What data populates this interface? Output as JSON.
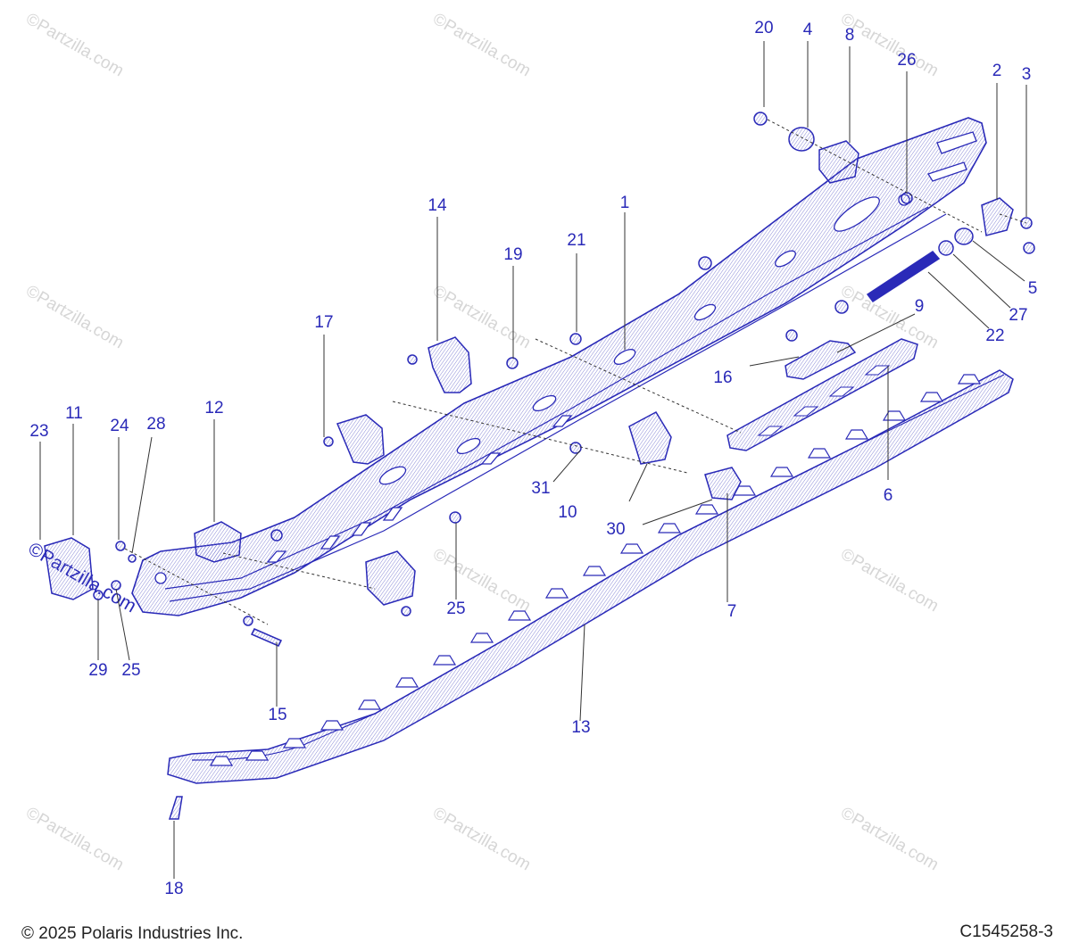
{
  "watermark_text": "©Partzilla.com",
  "copyright": "© 2025 Polaris Industries Inc.",
  "figure_code": "C1545258-3",
  "colors": {
    "line": "#2a2ab8",
    "leader": "#333333",
    "watermark": "#d6d6d6",
    "text": "#222222"
  },
  "callouts": [
    {
      "id": "c1",
      "label": "1"
    },
    {
      "id": "c2",
      "label": "2"
    },
    {
      "id": "c3",
      "label": "3"
    },
    {
      "id": "c4",
      "label": "4"
    },
    {
      "id": "c5",
      "label": "5"
    },
    {
      "id": "c6",
      "label": "6"
    },
    {
      "id": "c7",
      "label": "7"
    },
    {
      "id": "c8",
      "label": "8"
    },
    {
      "id": "c9",
      "label": "9"
    },
    {
      "id": "c10",
      "label": "10"
    },
    {
      "id": "c11",
      "label": "11"
    },
    {
      "id": "c12",
      "label": "12"
    },
    {
      "id": "c13",
      "label": "13"
    },
    {
      "id": "c14",
      "label": "14"
    },
    {
      "id": "c15",
      "label": "15"
    },
    {
      "id": "c16",
      "label": "16"
    },
    {
      "id": "c17",
      "label": "17"
    },
    {
      "id": "c18",
      "label": "18"
    },
    {
      "id": "c19",
      "label": "19"
    },
    {
      "id": "c20",
      "label": "20"
    },
    {
      "id": "c21",
      "label": "21"
    },
    {
      "id": "c22",
      "label": "22"
    },
    {
      "id": "c23",
      "label": "23"
    },
    {
      "id": "c24",
      "label": "24"
    },
    {
      "id": "c25a",
      "label": "25"
    },
    {
      "id": "c25b",
      "label": "25"
    },
    {
      "id": "c26",
      "label": "26"
    },
    {
      "id": "c27",
      "label": "27"
    },
    {
      "id": "c28",
      "label": "28"
    },
    {
      "id": "c29",
      "label": "29"
    },
    {
      "id": "c30",
      "label": "30"
    },
    {
      "id": "c31",
      "label": "31"
    }
  ]
}
